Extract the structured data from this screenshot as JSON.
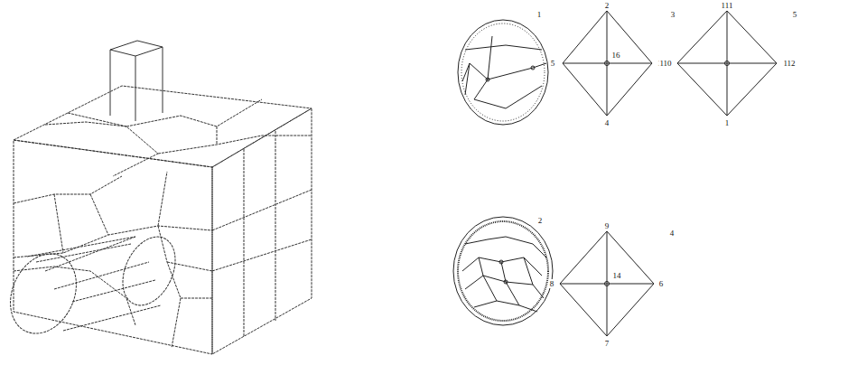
{
  "diagram": {
    "labels": [
      "1",
      "3",
      "5",
      "2",
      "4",
      "2",
      "5",
      "3",
      "4",
      "16",
      "111",
      "110",
      "112",
      "1",
      "9",
      "8",
      "6",
      "7",
      "14"
    ]
  }
}
